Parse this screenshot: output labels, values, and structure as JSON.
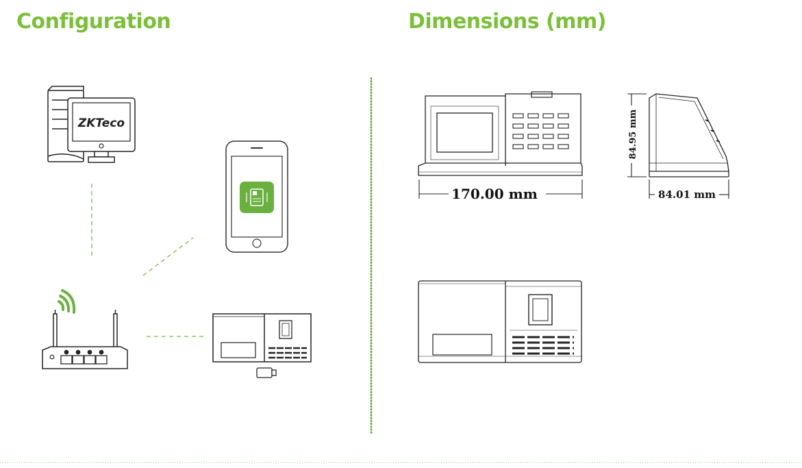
{
  "headings": {
    "configuration": "Configuration",
    "dimensions": "Dimensions (mm)"
  },
  "monitor_logo": "ZKTeco",
  "dimensions": {
    "width": "170.00 mm",
    "height": "84.95 mm",
    "depth": "84.01 mm"
  },
  "colors": {
    "accent": "#7bbf3a",
    "line": "#222222"
  }
}
